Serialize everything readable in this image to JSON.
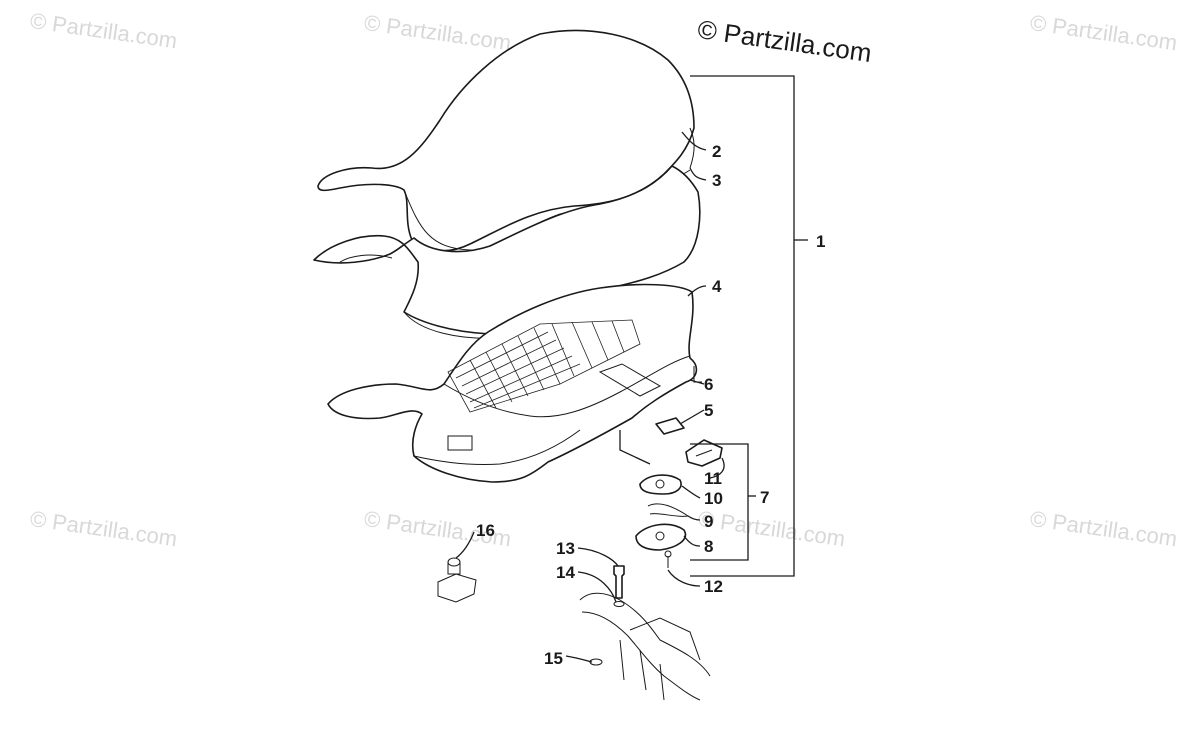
{
  "watermark": {
    "text": "© Partzilla.com",
    "copyright_text": "© Partzilla.com"
  },
  "callouts": {
    "c1": "1",
    "c2": "2",
    "c3": "3",
    "c4": "4",
    "c5": "5",
    "c6": "6",
    "c7": "7",
    "c8": "8",
    "c9": "9",
    "c10": "10",
    "c11": "11",
    "c12": "12",
    "c13": "13",
    "c14": "14",
    "c15": "15",
    "c16": "16"
  }
}
